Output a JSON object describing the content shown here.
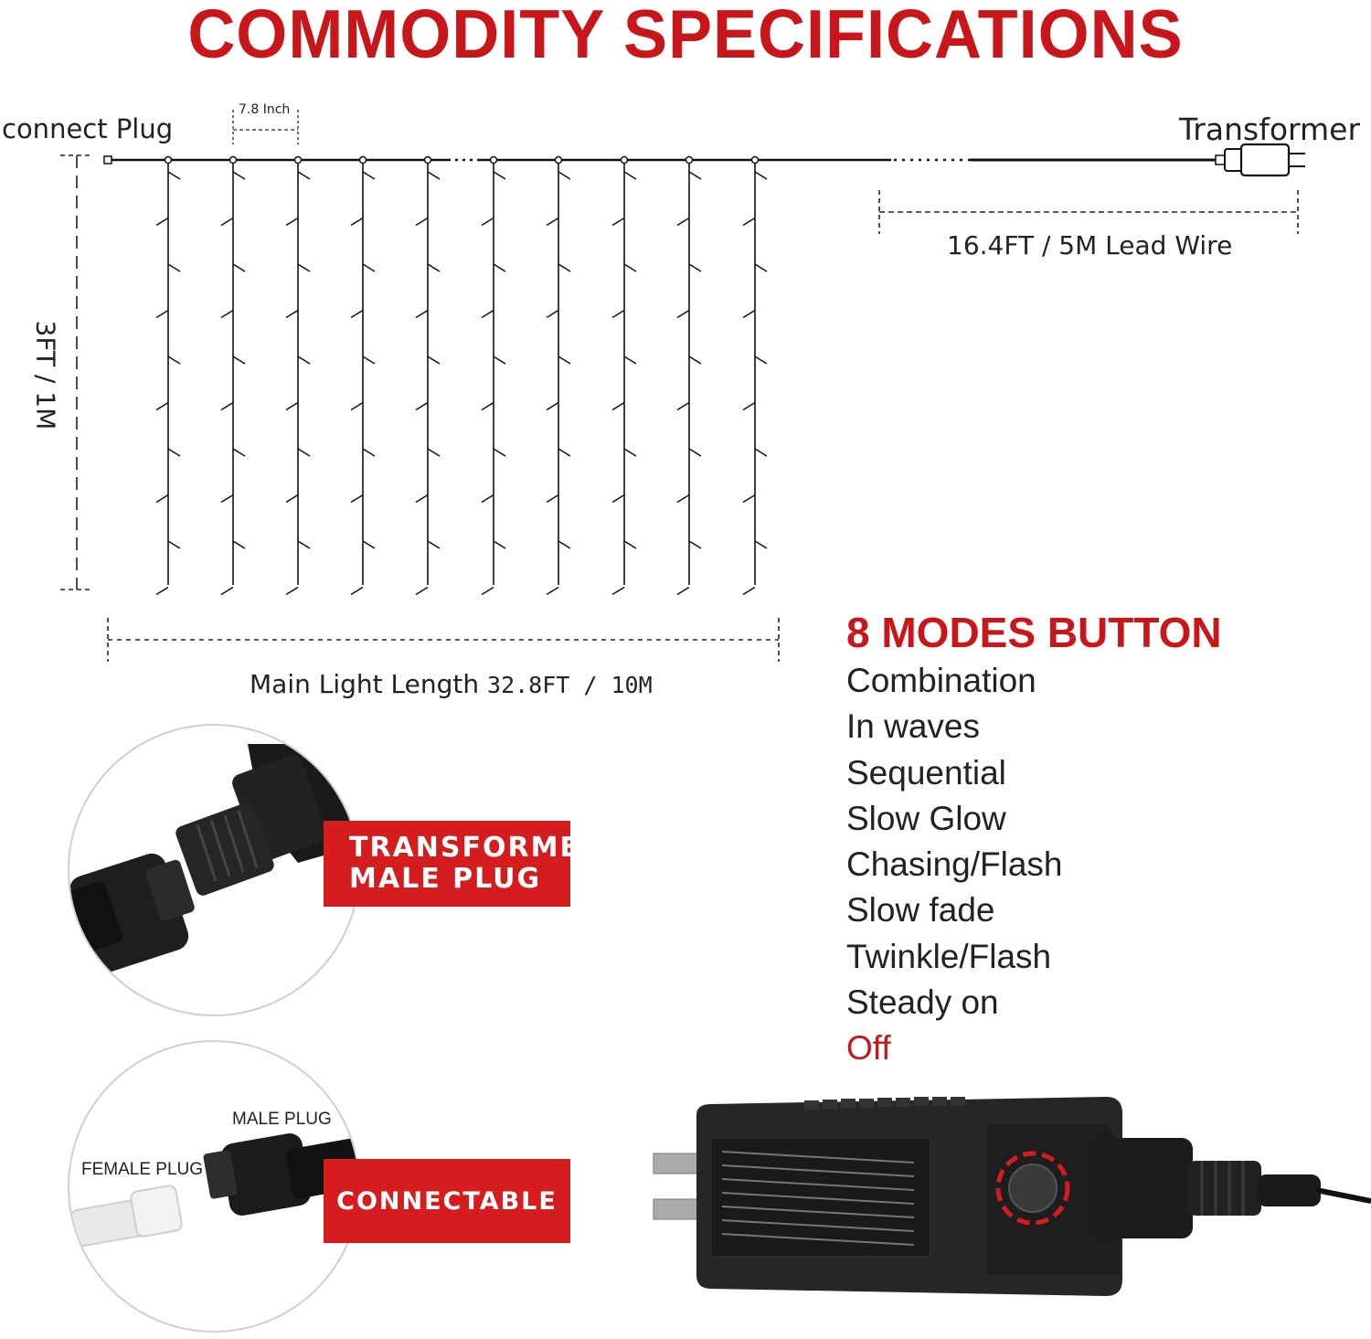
{
  "title": "COMMODITY SPECIFICATIONS",
  "diagram": {
    "connect_plug": "connect Plug",
    "spacing": "7.8 Inch",
    "transformer": "Transformer",
    "lead_wire": "16.4FT / 5M Lead Wire",
    "height": "3FT / 1M",
    "main_length_prefix": "Main Light Length",
    "main_length_value": "32.8FT / 10M"
  },
  "modes": {
    "heading": "8 MODES BUTTON",
    "items": [
      "Combination",
      "In waves",
      "Sequential",
      "Slow Glow",
      "Chasing/Flash",
      "Slow fade",
      "Twinkle/Flash",
      "Steady on"
    ],
    "off": "Off"
  },
  "detail1": {
    "badge_line1": "TRANSFORMER",
    "badge_line2": "MALE PLUG"
  },
  "detail2": {
    "male_plug": "MALE PLUG",
    "female_plug": "FEMALE PLUG",
    "badge": "CONNECTABLE"
  },
  "colors": {
    "accent_red": "#c8161a",
    "badge_red": "#d51d1f",
    "text": "#222222"
  }
}
